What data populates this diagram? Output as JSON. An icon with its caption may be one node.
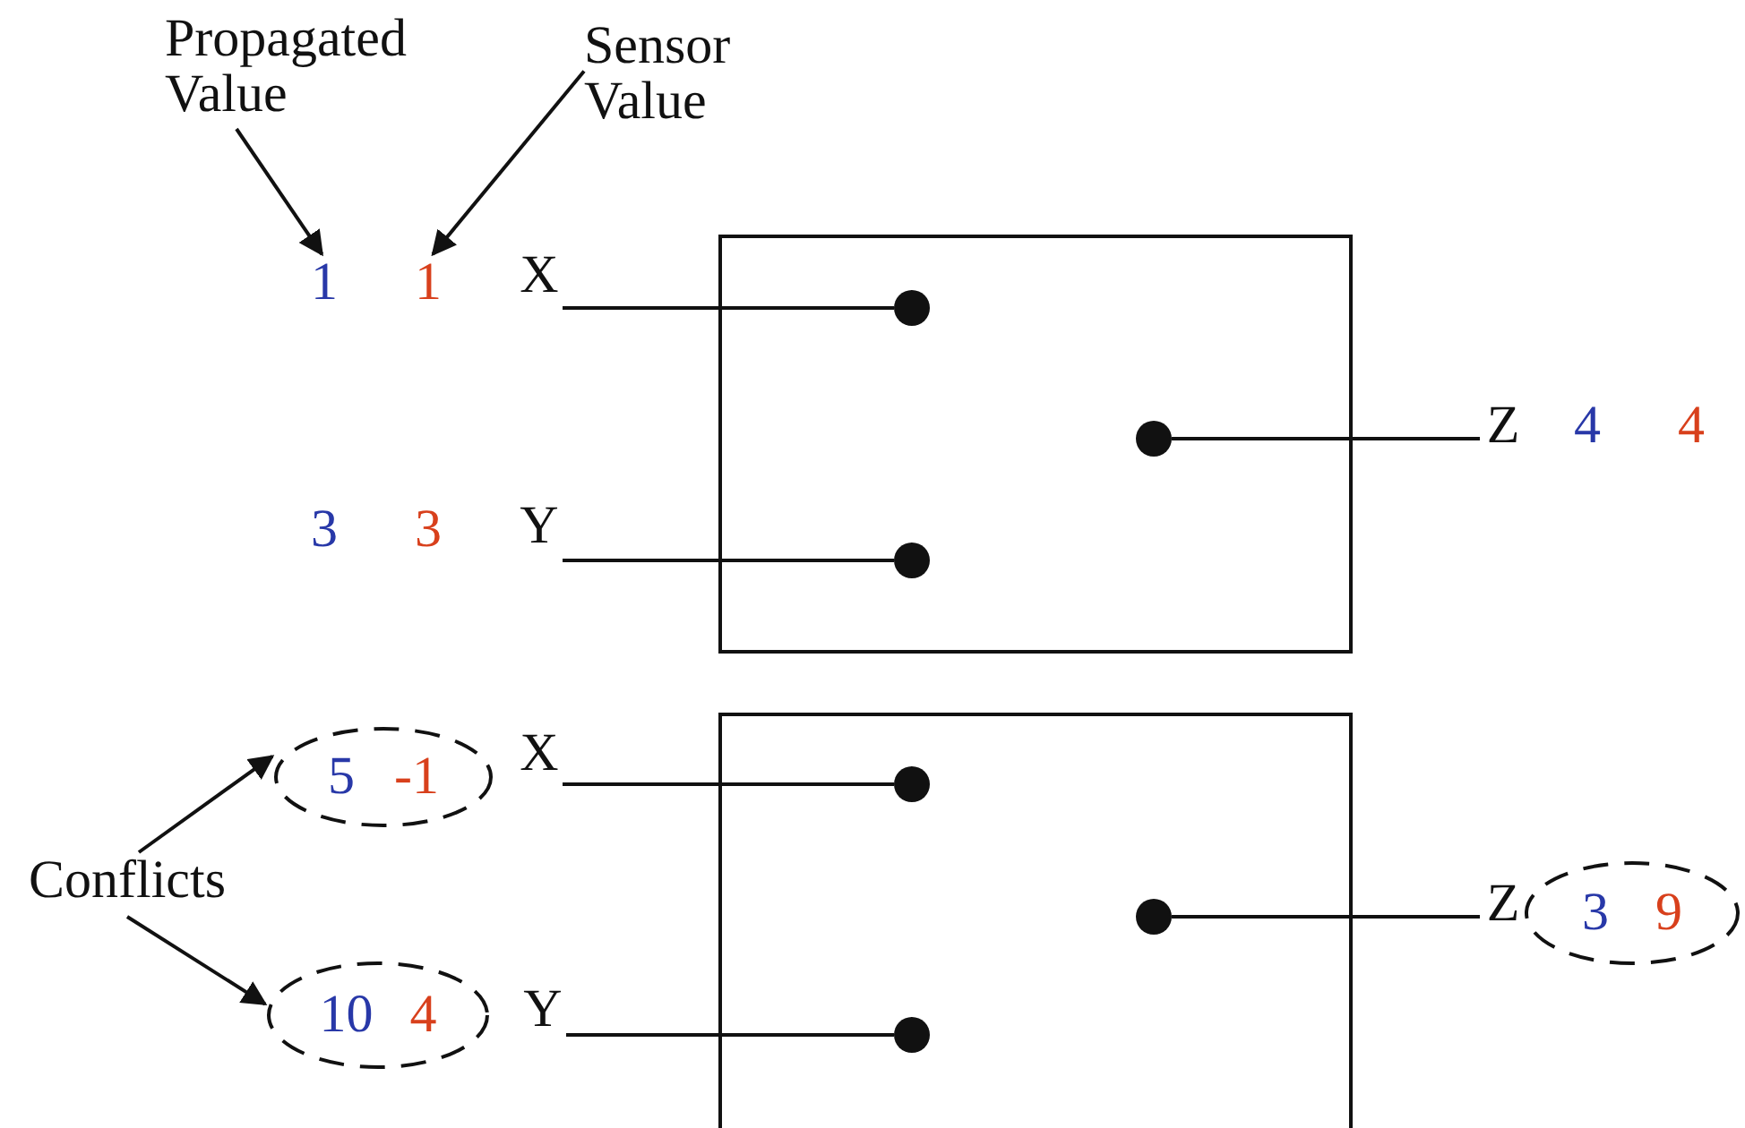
{
  "diagram": {
    "nodes": [
      {
        "text": [
          "Propagated Value"
        ]
      },
      {
        "text": [
          "Sensor Value"
        ]
      },
      {
        "text": [
          "1"
        ]
      },
      {
        "text": [
          "1"
        ]
      },
      {
        "text": [
          "X"
        ]
      },
      {
        "text": [],
        "shape": "box"
      },
      {
        "text": [],
        "shape": "circle",
        "in": 5
      },
      {
        "text": [],
        "shape": "circle",
        "in": 5
      },
      {
        "text": [],
        "shape": "circle",
        "in": 5
      },
      {
        "text": [
          "Z"
        ]
      },
      {
        "text": [
          "4"
        ]
      },
      {
        "text": [
          "4"
        ]
      },
      {
        "text": [
          "3"
        ]
      },
      {
        "text": [
          "3"
        ]
      },
      {
        "text": [
          "Y"
        ]
      },
      {
        "text": [
          "5",
          "-1"
        ]
      },
      {
        "text": [
          "X"
        ]
      },
      {
        "text": [
          "Conflicts"
        ]
      },
      {
        "text": [],
        "shape": "box"
      },
      {
        "text": [],
        "shape": "circle",
        "in": 18
      },
      {
        "text": [],
        "shape": "circle",
        "in": 18
      },
      {
        "text": [],
        "shape": "circle",
        "in": 18
      },
      {
        "text": [
          "Z"
        ]
      },
      {
        "text": [
          "3",
          "9"
        ]
      },
      {
        "text": [
          "10",
          "4"
        ]
      },
      {
        "text": [
          "Y"
        ]
      }
    ],
    "edges": [
      {
        "from": 0,
        "to": 2,
        "arrow": "to"
      },
      {
        "from": 1,
        "to": 3,
        "arrow": "to"
      },
      {
        "from": 4,
        "to": 6,
        "arrow": "none"
      },
      {
        "from": 14,
        "to": 7,
        "arrow": "none"
      },
      {
        "from": 8,
        "to": 9,
        "arrow": "none"
      },
      {
        "from": 17,
        "to": 15,
        "arrow": "to"
      },
      {
        "from": 17,
        "to": 24,
        "arrow": "to"
      },
      {
        "from": 16,
        "to": 19,
        "arrow": "none"
      },
      {
        "from": 25,
        "to": 20,
        "arrow": "none"
      },
      {
        "from": 21,
        "to": 22,
        "arrow": "none"
      }
    ]
  }
}
